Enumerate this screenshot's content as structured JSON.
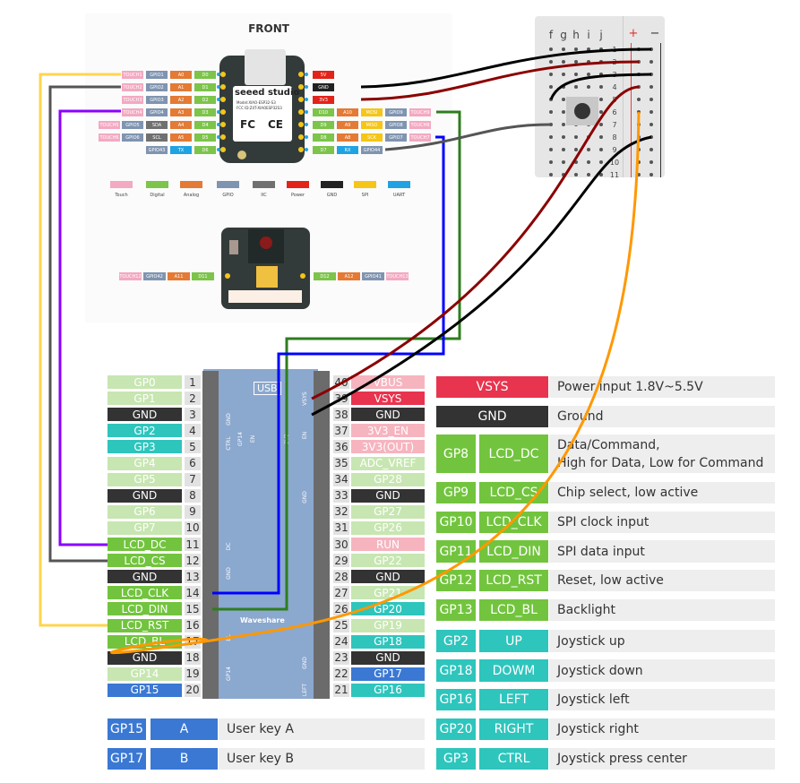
{
  "xiao": {
    "title": "FRONT",
    "brand": "seeed studio",
    "model": "Model:XIAO-ESP32-S3",
    "fcc": "FCC ID:Z4T-XIAOESP32S3",
    "marks": [
      "FC",
      "CE"
    ],
    "left_rows": [
      [
        [
          "TOUCH1",
          "touch"
        ],
        [
          "GPIO1",
          "gpio"
        ],
        [
          "A0",
          "ana"
        ],
        [
          "D0",
          "dig"
        ]
      ],
      [
        [
          "TOUCH2",
          "touch"
        ],
        [
          "GPIO2",
          "gpio"
        ],
        [
          "A1",
          "ana"
        ],
        [
          "D1",
          "dig"
        ]
      ],
      [
        [
          "TOUCH3",
          "touch"
        ],
        [
          "GPIO3",
          "gpio"
        ],
        [
          "A2",
          "ana"
        ],
        [
          "D2",
          "dig"
        ]
      ],
      [
        [
          "TOUCH4",
          "touch"
        ],
        [
          "GPIO4",
          "gpio"
        ],
        [
          "A3",
          "ana"
        ],
        [
          "D3",
          "dig"
        ]
      ],
      [
        [
          "TOUCH5",
          "touch"
        ],
        [
          "GPIO5",
          "gpio"
        ],
        [
          "SDA",
          "i2c"
        ],
        [
          "A4",
          "ana"
        ],
        [
          "D4",
          "dig"
        ]
      ],
      [
        [
          "TOUCH6",
          "touch"
        ],
        [
          "GPIO6",
          "gpio"
        ],
        [
          "SCL",
          "i2c"
        ],
        [
          "A5",
          "ana"
        ],
        [
          "D5",
          "dig"
        ]
      ],
      [
        [
          "GPIO43",
          "gpio"
        ],
        [
          "TX",
          "uart"
        ],
        [
          "D6",
          "dig"
        ]
      ]
    ],
    "right_rows": [
      [
        [
          "5V",
          "pwr"
        ]
      ],
      [
        [
          "GND",
          "gnd"
        ]
      ],
      [
        [
          "3V3",
          "pwr"
        ]
      ],
      [
        [
          "D10",
          "dig"
        ],
        [
          "A10",
          "ana"
        ],
        [
          "MOSI",
          "spi"
        ],
        [
          "GPIO9",
          "gpio"
        ],
        [
          "TOUCH9",
          "touch"
        ]
      ],
      [
        [
          "D9",
          "dig"
        ],
        [
          "A9",
          "ana"
        ],
        [
          "MISO",
          "spi"
        ],
        [
          "GPIO8",
          "gpio"
        ],
        [
          "TOUCH8",
          "touch"
        ]
      ],
      [
        [
          "D8",
          "dig"
        ],
        [
          "A8",
          "ana"
        ],
        [
          "SCK",
          "spi"
        ],
        [
          "GPIO7",
          "gpio"
        ],
        [
          "TOUCH7",
          "touch"
        ]
      ],
      [
        [
          "D7",
          "dig"
        ],
        [
          "RX",
          "uart"
        ],
        [
          "GPIO44",
          "gpio"
        ]
      ]
    ],
    "legend": [
      [
        "Touch",
        "touch"
      ],
      [
        "Digital",
        "dig"
      ],
      [
        "Analog",
        "ana"
      ],
      [
        "GPIO",
        "gpio"
      ],
      [
        "IIC",
        "i2c"
      ],
      [
        "Power",
        "pwr"
      ],
      [
        "GND",
        "gnd"
      ],
      [
        "SPI",
        "spi"
      ],
      [
        "UART",
        "uart"
      ]
    ],
    "camera_left": [
      [
        "TOUCH12",
        "touch"
      ],
      [
        "GPIO42",
        "gpio"
      ],
      [
        "A11",
        "ana"
      ],
      [
        "D11",
        "dig"
      ]
    ],
    "camera_right": [
      [
        "D12",
        "dig"
      ],
      [
        "A12",
        "ana"
      ],
      [
        "GPIO41",
        "gpio"
      ],
      [
        "TOUCH13",
        "touch"
      ]
    ]
  },
  "breadboard": {
    "columns": [
      "f",
      "g",
      "h",
      "i",
      "j"
    ],
    "rail_plus": "+",
    "rail_minus": "−",
    "rows": [
      "1",
      "2",
      "3",
      "4",
      "5",
      "6",
      "7",
      "8",
      "9",
      "10",
      "11"
    ]
  },
  "pico": {
    "silkscreen": {
      "usb": "USB",
      "brand": "Waveshare",
      "labels": [
        "GND",
        "CTRL",
        "GP14",
        "EN",
        "3V3",
        "VSYS",
        "EN",
        "GND",
        "DC",
        "GND",
        "BL",
        "GP14",
        "GND",
        "LEFT"
      ]
    },
    "left_pins": [
      [
        "1",
        "GP0",
        "lg"
      ],
      [
        "2",
        "GP1",
        "lg"
      ],
      [
        "3",
        "GND",
        "k"
      ],
      [
        "4",
        "GP2",
        "c"
      ],
      [
        "5",
        "GP3",
        "c"
      ],
      [
        "6",
        "GP4",
        "lg"
      ],
      [
        "7",
        "GP5",
        "lg"
      ],
      [
        "8",
        "GND",
        "k"
      ],
      [
        "9",
        "GP6",
        "lg"
      ],
      [
        "10",
        "GP7",
        "lg"
      ],
      [
        "11",
        "LCD_DC",
        "g"
      ],
      [
        "12",
        "LCD_CS",
        "g"
      ],
      [
        "13",
        "GND",
        "k"
      ],
      [
        "14",
        "LCD_CLK",
        "g"
      ],
      [
        "15",
        "LCD_DIN",
        "g"
      ],
      [
        "16",
        "LCD_RST",
        "g"
      ],
      [
        "17",
        "LCD_BL",
        "g"
      ],
      [
        "18",
        "GND",
        "k"
      ],
      [
        "19",
        "GP14",
        "lg"
      ],
      [
        "20",
        "GP15",
        "b"
      ]
    ],
    "right_pins": [
      [
        "40",
        "VBUS",
        "p"
      ],
      [
        "39",
        "VSYS",
        "r"
      ],
      [
        "38",
        "GND",
        "k"
      ],
      [
        "37",
        "3V3_EN",
        "p"
      ],
      [
        "36",
        "3V3(OUT)",
        "p"
      ],
      [
        "35",
        "ADC_VREF",
        "lg"
      ],
      [
        "34",
        "GP28",
        "lg"
      ],
      [
        "33",
        "GND",
        "k"
      ],
      [
        "32",
        "GP27",
        "lg"
      ],
      [
        "31",
        "GP26",
        "lg"
      ],
      [
        "30",
        "RUN",
        "p"
      ],
      [
        "29",
        "GP22",
        "lg"
      ],
      [
        "28",
        "GND",
        "k"
      ],
      [
        "27",
        "GP21",
        "lg"
      ],
      [
        "26",
        "GP20",
        "c"
      ],
      [
        "25",
        "GP19",
        "lg"
      ],
      [
        "24",
        "GP18",
        "c"
      ],
      [
        "23",
        "GND",
        "k"
      ],
      [
        "22",
        "GP17",
        "b"
      ],
      [
        "21",
        "GP16",
        "c"
      ]
    ]
  },
  "keys": [
    [
      "GP15",
      "A",
      "User key A"
    ],
    [
      "GP17",
      "B",
      "User key B"
    ]
  ],
  "functions": [
    [
      "",
      "VSYS",
      "Power input 1.8V~5.5V",
      "r"
    ],
    [
      "",
      "GND",
      "Ground",
      "k"
    ],
    [
      "GP8",
      "LCD_DC",
      "Data/Command,\nHigh for Data, Low for Command",
      "g"
    ],
    [
      "GP9",
      "LCD_CS",
      "Chip select, low active",
      "g"
    ],
    [
      "GP10",
      "LCD_CLK",
      "SPI clock input",
      "g"
    ],
    [
      "GP11",
      "LCD_DIN",
      "SPI data input",
      "g"
    ],
    [
      "GP12",
      "LCD_RST",
      "Reset, low active",
      "g"
    ],
    [
      "GP13",
      "LCD_BL",
      "Backlight",
      "g"
    ],
    [
      "GP2",
      "UP",
      "Joystick up",
      "c"
    ],
    [
      "GP18",
      "DOWM",
      "Joystick down",
      "c"
    ],
    [
      "GP16",
      "LEFT",
      "Joystick left",
      "c"
    ],
    [
      "GP20",
      "RIGHT",
      "Joystick right",
      "c"
    ],
    [
      "GP3",
      "CTRL",
      "Joystick press center",
      "c"
    ]
  ],
  "wire_colors": {
    "yellow": "#ffd54f",
    "gray": "#555555",
    "purple": "#8b00ff",
    "green": "#2e7d1e",
    "blue": "#0000ff",
    "black": "#000000",
    "red": "#8b0000",
    "orange": "#ff9800"
  }
}
